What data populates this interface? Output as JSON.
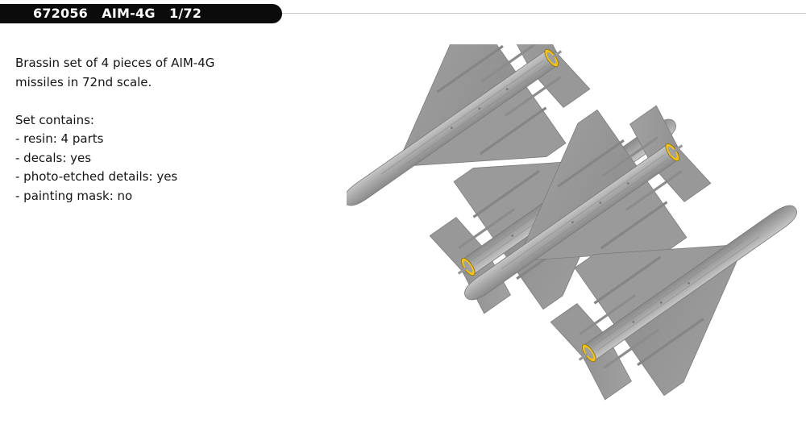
{
  "header": {
    "title": "672056   AIM-4G   1/72"
  },
  "description": {
    "intro_line_1": "Brassin set of 4 pieces of AIM-4G",
    "intro_line_2": "missiles in 72nd scale.",
    "contents_heading": "Set contains:",
    "items": [
      "- resin: 4 parts",
      "- decals: yes",
      "- photo-etched details: yes",
      "- painting mask: no"
    ]
  },
  "colors": {
    "title_bar": "#0b0b0b",
    "missile_body": "#a6a6a6",
    "missile_fin": "#9d9d9d",
    "nozzle_ring": "#f2c21b"
  },
  "product_image": {
    "subject": "four AIM-4G missiles",
    "count": 4
  }
}
